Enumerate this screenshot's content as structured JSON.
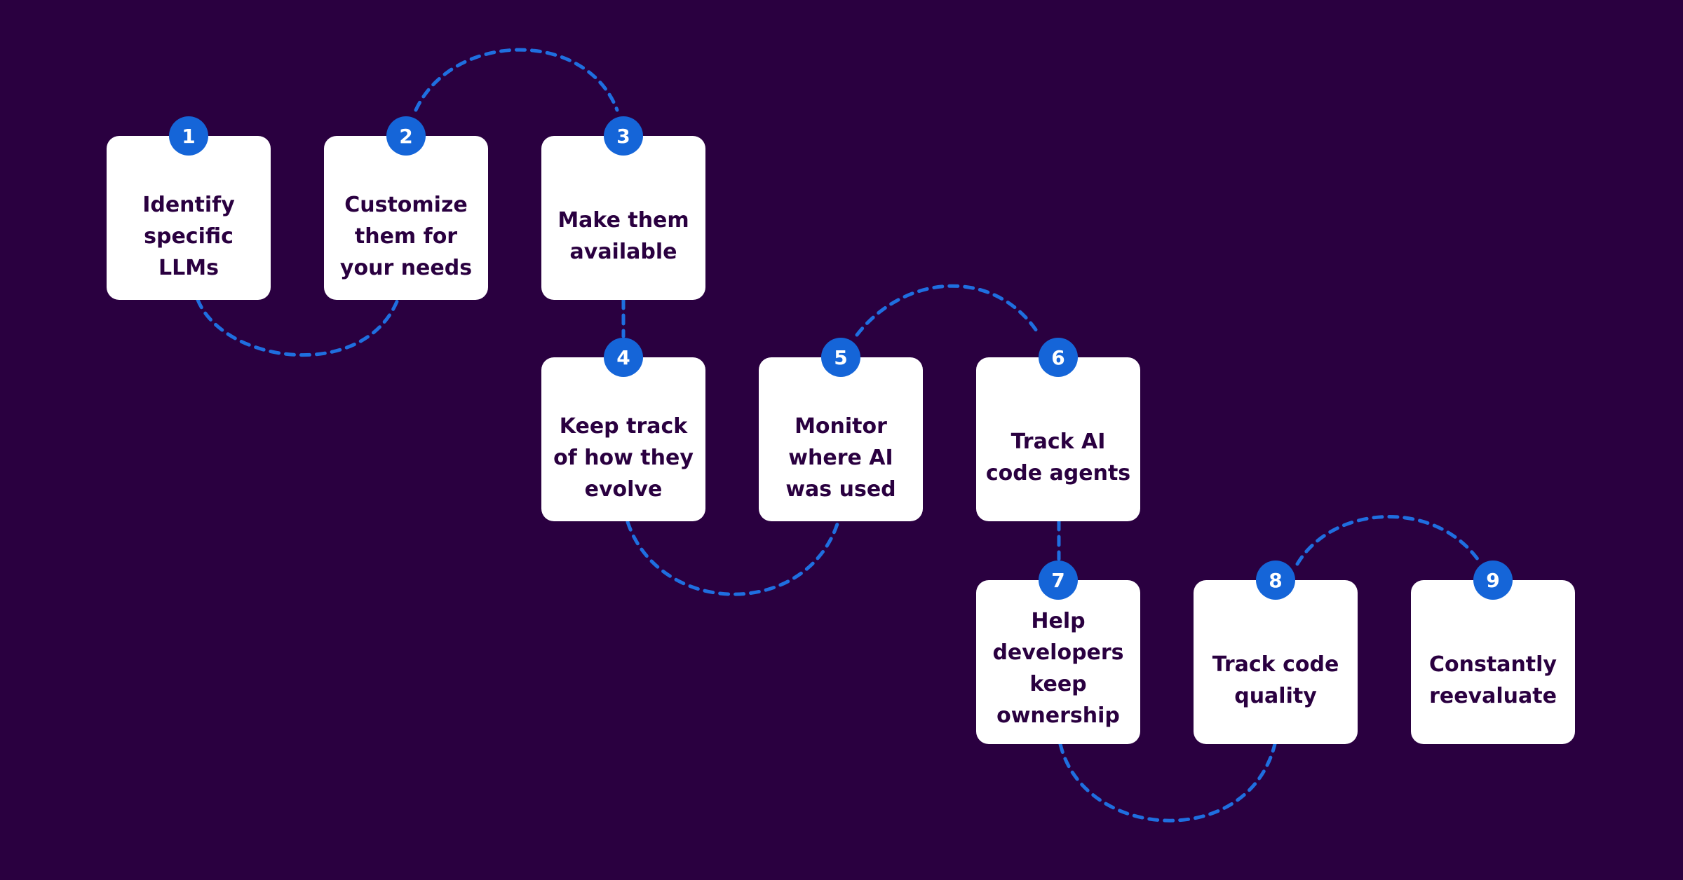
{
  "steps": [
    {
      "number": "1",
      "label": "Identify specific LLMs"
    },
    {
      "number": "2",
      "label": "Customize them for your needs"
    },
    {
      "number": "3",
      "label": "Make them available"
    },
    {
      "number": "4",
      "label": "Keep track of how they evolve"
    },
    {
      "number": "5",
      "label": "Monitor where AI was used"
    },
    {
      "number": "6",
      "label": "Track AI code agents"
    },
    {
      "number": "7",
      "label": "Help developers keep ownership"
    },
    {
      "number": "8",
      "label": "Track code quality"
    },
    {
      "number": "9",
      "label": "Constantly reevaluate"
    }
  ],
  "colors": {
    "background": "#2a0040",
    "card": "#ffffff",
    "badge": "#1565d8",
    "connector": "#1f6fe0",
    "text": "#2a0040"
  }
}
